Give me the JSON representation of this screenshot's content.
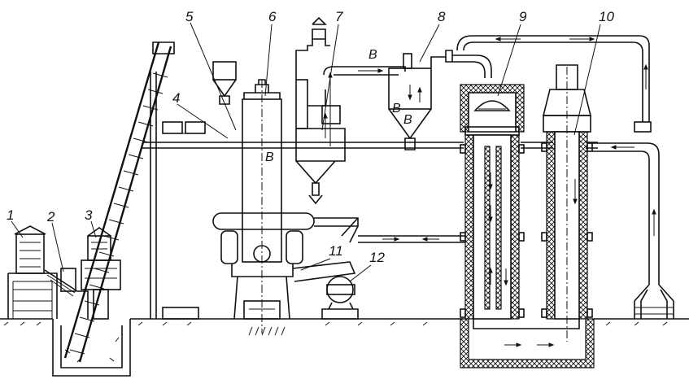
{
  "labels": {
    "n1": "1",
    "n2": "2",
    "n3": "3",
    "n4": "4",
    "n5": "5",
    "n6": "6",
    "n7": "7",
    "n8": "8",
    "n9": "9",
    "n10": "10",
    "n11": "11",
    "n12": "12"
  },
  "flow_letter": "B",
  "colors": {
    "ink": "#111111",
    "paper": "#ffffff"
  }
}
